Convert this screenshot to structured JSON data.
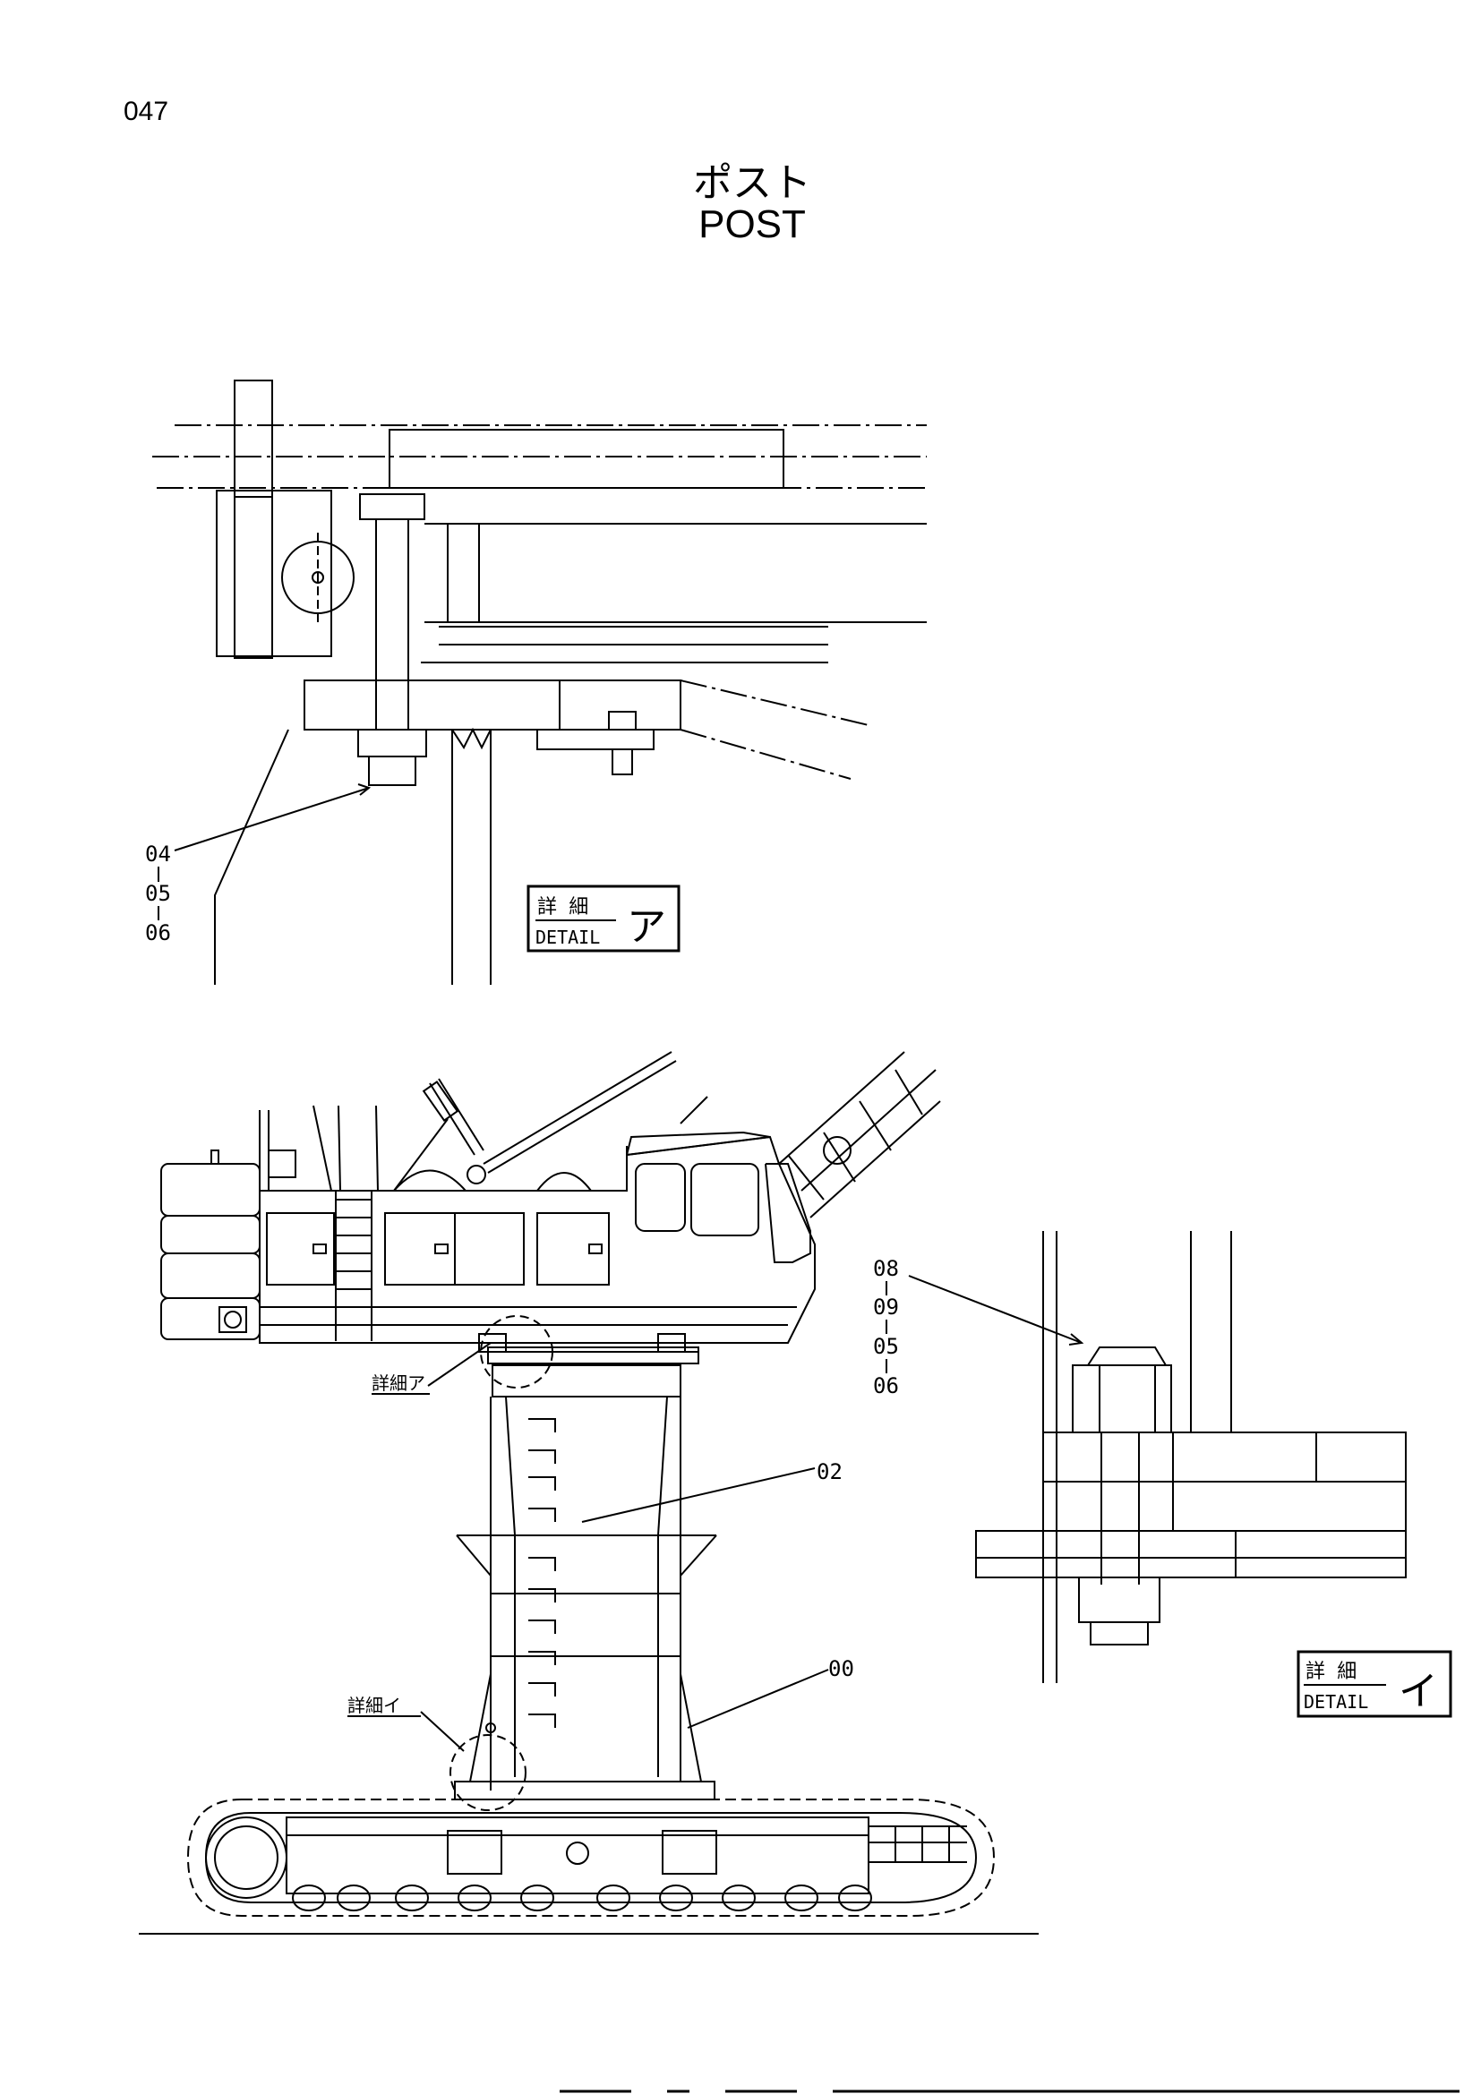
{
  "page": {
    "number": "047",
    "title_jp": "ポスト",
    "title_en": "POST"
  },
  "detail_a": {
    "badge_jp": "詳 細",
    "badge_en": "DETAIL",
    "badge_mark": "ア",
    "callout_lines": [
      "04",
      "05",
      "06"
    ]
  },
  "detail_i": {
    "badge_jp": "詳 細",
    "badge_en": "DETAIL",
    "badge_mark": "イ",
    "callout_lines": [
      "08",
      "09",
      "05",
      "06"
    ]
  },
  "main_view": {
    "ref_detail_a": "詳細ア",
    "ref_detail_i": "詳細イ",
    "label_02": "02",
    "label_00": "00"
  },
  "colors": {
    "line": "#000000",
    "background": "#ffffff"
  }
}
